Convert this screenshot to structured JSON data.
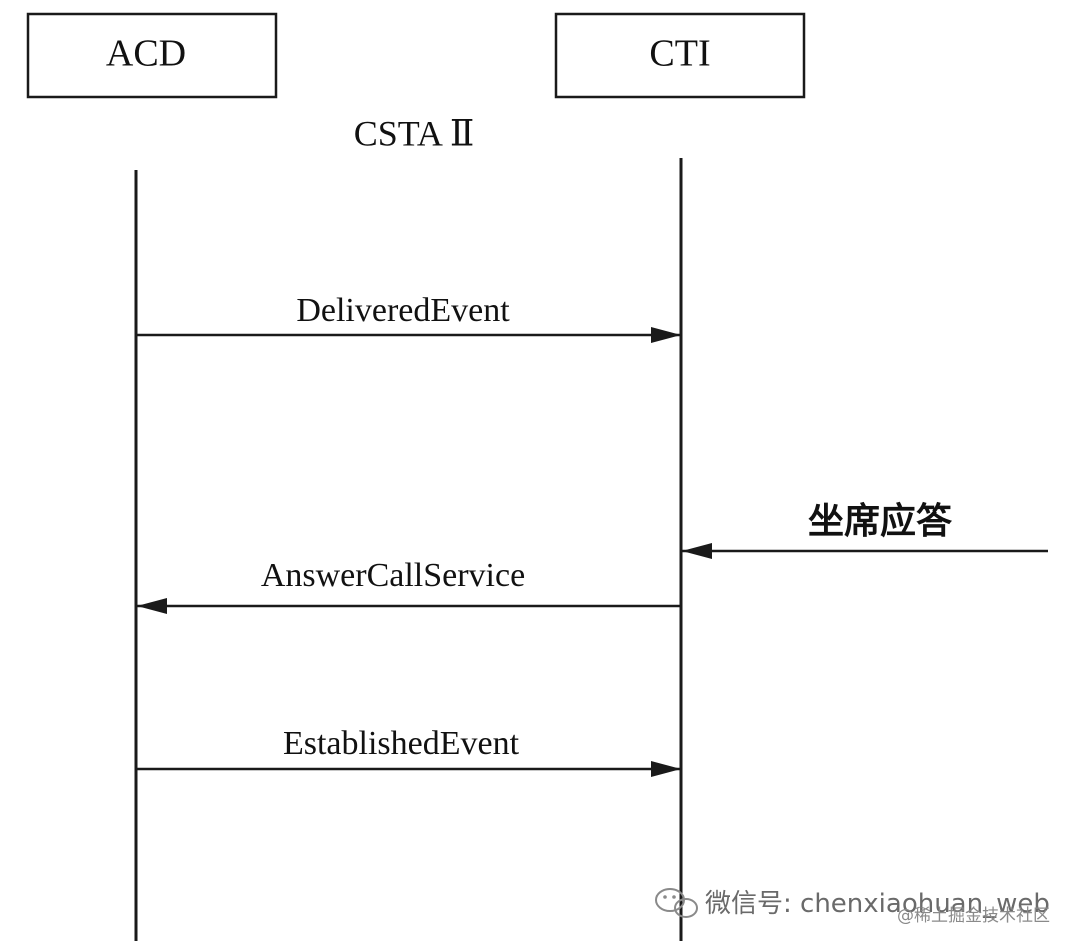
{
  "actors": {
    "acd": "ACD",
    "cti": "CTI"
  },
  "protocol": "CSTA Ⅱ",
  "messages": [
    {
      "label": "DeliveredEvent",
      "from": "acd",
      "to": "cti"
    },
    {
      "label": "AnswerCallService",
      "from": "cti",
      "to": "acd"
    },
    {
      "label": "EstablishedEvent",
      "from": "acd",
      "to": "cti"
    }
  ],
  "external_trigger": {
    "label": "坐席应答",
    "to": "cti"
  },
  "watermark": {
    "wechat": "微信号: chenxiaohuan_web",
    "community": "@稀土掘金技术社区",
    "icon": "wechat-icon"
  }
}
